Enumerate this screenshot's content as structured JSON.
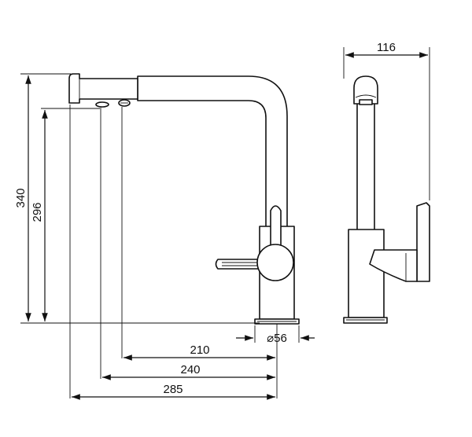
{
  "dimensions": {
    "top_width": "116",
    "total_height": "340",
    "spout_height": "296",
    "base_diameter": "⌀56",
    "reach_inner": "210",
    "reach_mid": "240",
    "reach_total": "285"
  },
  "colors": {
    "line": "#111111",
    "background": "#ffffff"
  }
}
